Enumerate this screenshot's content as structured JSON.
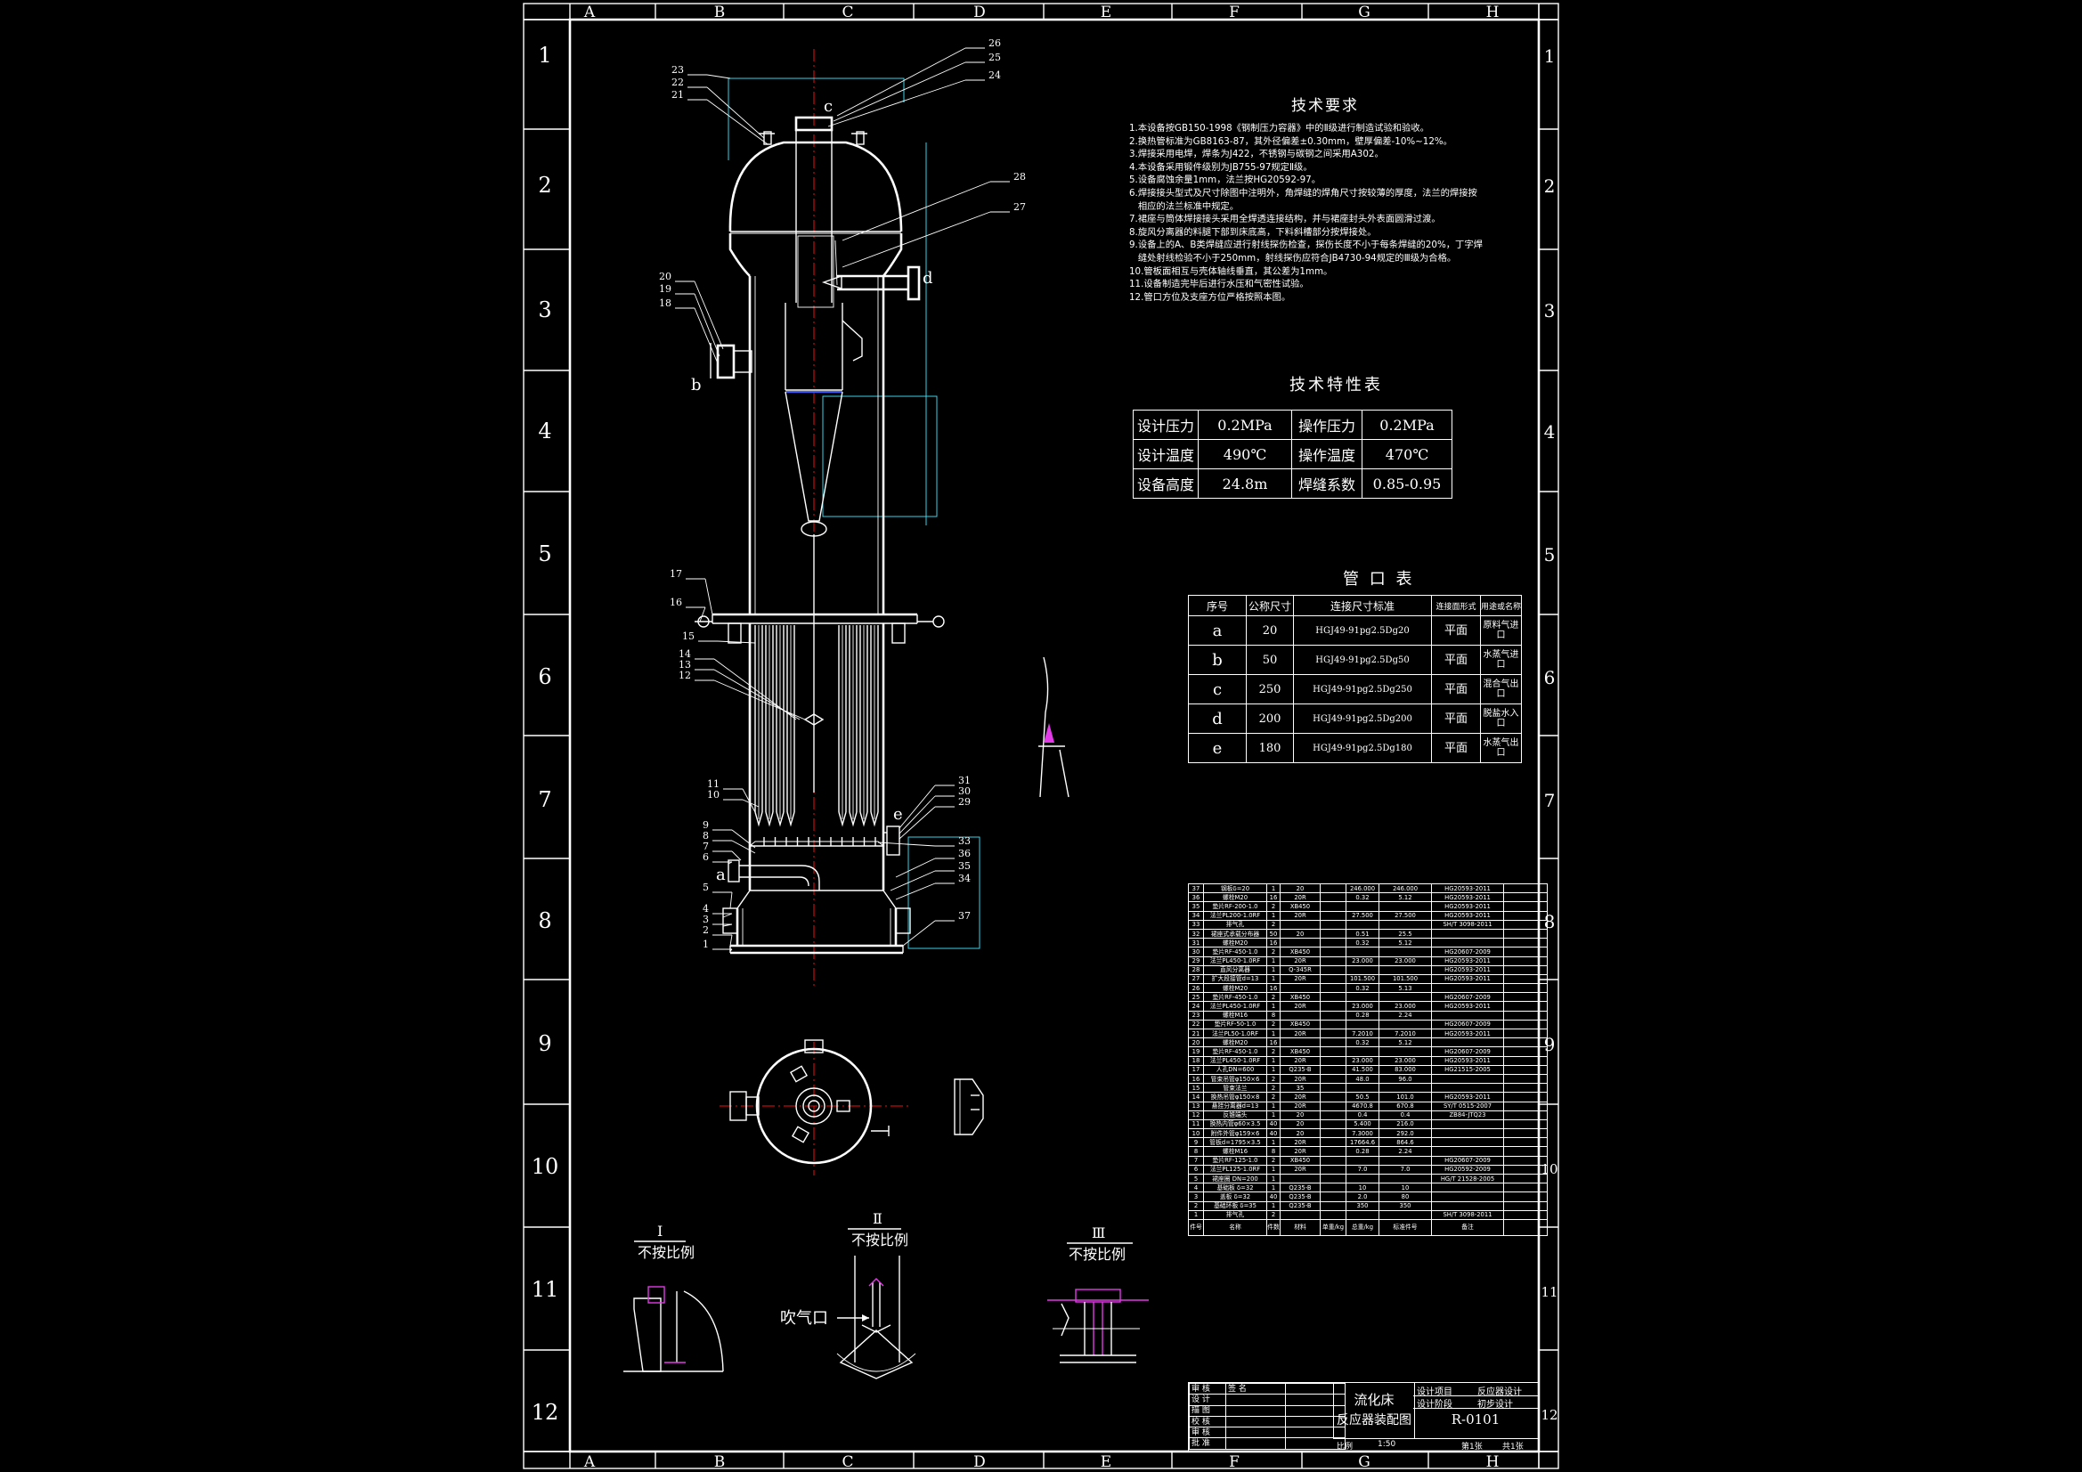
{
  "grid": {
    "cols": [
      "A",
      "B",
      "C",
      "D",
      "E",
      "F",
      "G",
      "H"
    ],
    "rows": [
      "1",
      "2",
      "3",
      "4",
      "5",
      "6",
      "7",
      "8",
      "9",
      "10",
      "11",
      "12"
    ]
  },
  "tech_requirements": {
    "title": "技术要求",
    "items": [
      "1.本设备按GB150-1998《钢制压力容器》中的Ⅱ级进行制造试验和验收。",
      "2.换热管标准为GB8163-87，其外径偏差±0.30mm，壁厚偏差-10%~12%。",
      "3.焊接采用电焊，焊条为J422，不锈钢与碳钢之间采用A302。",
      "4.本设备采用锻件级别为JB755-97规定Ⅱ级。",
      "5.设备腐蚀余量1mm，法兰按HG20592-97。",
      "6.焊接接头型式及尺寸除图中注明外，角焊缝的焊角尺寸按较薄的厚度，法兰的焊接按",
      "   相应的法兰标准中规定。",
      "7.裙座与筒体焊接接头采用全焊透连接结构，并与裙座封头外表面圆滑过渡。",
      "8.旋风分离器的料腿下部到床底高，下料斜槽部分按焊接处。",
      "9.设备上的A、B类焊缝应进行射线探伤检查，探伤长度不小于每条焊缝的20%，丁字焊",
      "   缝处射线检验不小于250mm，射线探伤应符合JB4730-94规定的Ⅲ级为合格。",
      "10.管板面相互与壳体轴线垂直，其公差为1mm。",
      "11.设备制造完毕后进行水压和气密性试验。",
      "12.管口方位及支座方位严格按照本图。"
    ]
  },
  "spec_table": {
    "title": "技术特性表",
    "rows": [
      [
        "设计压力",
        "0.2MPa",
        "操作压力",
        "0.2MPa"
      ],
      [
        "设计温度",
        "490℃",
        "操作温度",
        "470℃"
      ],
      [
        "设备高度",
        "24.8m",
        "焊缝系数",
        "0.85-0.95"
      ]
    ]
  },
  "nozzle_table": {
    "title": "管 口 表",
    "headers": [
      "序号",
      "公称尺寸",
      "连接尺寸标准",
      "连接面形式",
      "用途或名称"
    ],
    "rows": [
      [
        "a",
        "20",
        "HGJ49-91pg2.5Dg20",
        "平面",
        "原料气进口"
      ],
      [
        "b",
        "50",
        "HGJ49-91pg2.5Dg50",
        "平面",
        "水蒸气进口"
      ],
      [
        "c",
        "250",
        "HGJ49-91pg2.5Dg250",
        "平面",
        "混合气出口"
      ],
      [
        "d",
        "200",
        "HGJ49-91pg2.5Dg200",
        "平面",
        "脱盐水入口"
      ],
      [
        "e",
        "180",
        "HGJ49-91pg2.5Dg180",
        "平面",
        "水蒸气出口"
      ]
    ]
  },
  "nozzle_labels": {
    "a": "a",
    "b": "b",
    "c": "c",
    "d": "d",
    "e": "e"
  },
  "part_callouts": [
    "1",
    "2",
    "3",
    "4",
    "5",
    "6",
    "7",
    "8",
    "9",
    "10",
    "11",
    "12",
    "13",
    "14",
    "15",
    "16",
    "17",
    "18",
    "19",
    "20",
    "21",
    "22",
    "23",
    "24",
    "25",
    "26",
    "27",
    "28",
    "29",
    "30",
    "31",
    "33",
    "34",
    "35",
    "36",
    "37"
  ],
  "details": {
    "detail1": {
      "num": "Ⅰ",
      "note": "不按比例"
    },
    "detail2": {
      "num": "Ⅱ",
      "note": "不按比例",
      "blow": "吹气口"
    },
    "detail3": {
      "num": "Ⅲ",
      "note": "不按比例"
    }
  },
  "bom": {
    "rows": [
      [
        "37",
        "钢板δ=20",
        "1",
        "20",
        "",
        "246.000",
        "246.000",
        "HG20593-2011"
      ],
      [
        "36",
        "螺栓M20",
        "16",
        "20R",
        "",
        "0.32",
        "5.12",
        "HG20593-2011"
      ],
      [
        "35",
        "垫片RF-200-1.0",
        "2",
        "XB450",
        "",
        "",
        "",
        "HG20593-2011"
      ],
      [
        "34",
        "法兰PL200-1.0RF",
        "1",
        "20R",
        "",
        "27.500",
        "27.500",
        "HG20593-2011"
      ],
      [
        "33",
        "排气孔",
        "2",
        "",
        "",
        "",
        "",
        "SH/T 3098-2011"
      ],
      [
        "32",
        "裙座式承载分布器",
        "50",
        "20",
        "",
        "0.51",
        "25.5",
        ""
      ],
      [
        "31",
        "螺栓M20",
        "16",
        "",
        "",
        "0.32",
        "5.12",
        ""
      ],
      [
        "30",
        "垫片RF-450-1.0",
        "2",
        "XB450",
        "",
        "",
        "",
        "HG20607-2009"
      ],
      [
        "29",
        "法兰PL450-1.0RF",
        "1",
        "20R",
        "",
        "23.000",
        "23.000",
        "HG20593-2011"
      ],
      [
        "28",
        "直风分离器",
        "1",
        "Q-345R",
        "",
        "",
        "",
        "HG20593-2011"
      ],
      [
        "27",
        "扩大段接管d=13",
        "1",
        "20R",
        "",
        "101.500",
        "101.500",
        "HG20593-2011"
      ],
      [
        "26",
        "螺栓M20",
        "16",
        "",
        "",
        "0.32",
        "5.13",
        ""
      ],
      [
        "25",
        "垫片RF-450-1.0",
        "2",
        "XB450",
        "",
        "",
        "",
        "HG20607-2009"
      ],
      [
        "24",
        "法兰PL450-1.0RF",
        "1",
        "20R",
        "",
        "23.000",
        "23.000",
        "HG20593-2011"
      ],
      [
        "23",
        "螺栓M16",
        "8",
        "",
        "",
        "0.28",
        "2.24",
        ""
      ],
      [
        "22",
        "垫片RF-50-1.0",
        "2",
        "XB450",
        "",
        "",
        "",
        "HG20607-2009"
      ],
      [
        "21",
        "法兰PL50-1.0RF",
        "1",
        "20R",
        "",
        "7.2010",
        "7.2010",
        "HG20593-2011"
      ],
      [
        "20",
        "螺栓M20",
        "16",
        "",
        "",
        "0.32",
        "5.12",
        ""
      ],
      [
        "19",
        "垫片RF-450-1.0",
        "2",
        "XB450",
        "",
        "",
        "",
        "HG20607-2009"
      ],
      [
        "18",
        "法兰PL450-1.0RF",
        "1",
        "20R",
        "",
        "23.000",
        "23.000",
        "HG20593-2011"
      ],
      [
        "17",
        "人孔DN=600",
        "1",
        "Q235-B",
        "",
        "41.500",
        "83.000",
        "HG21515-2005"
      ],
      [
        "16",
        "管束吊管φ150×6",
        "2",
        "20R",
        "",
        "48.0",
        "96.0",
        ""
      ],
      [
        "15",
        "管束法兰",
        "2",
        "35",
        "",
        "",
        "",
        ""
      ],
      [
        "14",
        "换热吊管φ150×8",
        "2",
        "20R",
        "",
        "50.5",
        "101.0",
        "HG20593-2011"
      ],
      [
        "13",
        "悬挂分离器d=13",
        "1",
        "20R",
        "",
        "4670.8",
        "670.8",
        "SY/T 0515-2007"
      ],
      [
        "12",
        "反锥端头",
        "1",
        "20",
        "",
        "0.4",
        "0.4",
        "ZB84-JTQ23"
      ],
      [
        "11",
        "换热内管φ60×3.5",
        "40",
        "20",
        "",
        "5.400",
        "216.0",
        ""
      ],
      [
        "10",
        "附件外管φ159×6",
        "40",
        "20",
        "",
        "7.3000",
        "292.0",
        ""
      ],
      [
        "9",
        "管板d=1795×3.5",
        "1",
        "20R",
        "",
        "17664.6",
        "864.6",
        ""
      ],
      [
        "8",
        "螺栓M16",
        "8",
        "20R",
        "",
        "0.28",
        "2.24",
        ""
      ],
      [
        "7",
        "垫片RF-125-1.0",
        "2",
        "XB450",
        "",
        "",
        "",
        "HG20607-2009"
      ],
      [
        "6",
        "法兰PL125-1.0RF",
        "1",
        "20R",
        "",
        "7.0",
        "7.0",
        "HG20592-2009"
      ],
      [
        "5",
        "裙座圈 DN=200",
        "1",
        "",
        "",
        "",
        "",
        "HG/T 21528-2005"
      ],
      [
        "4",
        "基础板 δ=32",
        "1",
        "Q235-B",
        "",
        "10",
        "10",
        ""
      ],
      [
        "3",
        "盖板 δ=32",
        "40",
        "Q235-B",
        "",
        "2.0",
        "80",
        ""
      ],
      [
        "2",
        "基础环板 δ=35",
        "1",
        "Q235-B",
        "",
        "350",
        "350",
        ""
      ],
      [
        "1",
        "排气孔",
        "2",
        "",
        "",
        "",
        "",
        "SH/T 3098-2011"
      ]
    ],
    "headers": [
      "件号",
      "名称",
      "件数",
      "材料",
      "单重/kg",
      "总重/kg",
      "标准件号",
      "备注"
    ]
  },
  "title_block": {
    "left": [
      [
        "审 核",
        "签 名"
      ],
      [
        "设 计",
        ""
      ],
      [
        "描 图",
        ""
      ],
      [
        "校 核",
        ""
      ],
      [
        "审 核",
        ""
      ],
      [
        "批 准",
        ""
      ]
    ],
    "title_line1": "流化床",
    "title_line2": "反应器装配图",
    "project_label": "设计项目",
    "project_value": "反应器设计",
    "stage_label": "设计阶段",
    "stage_value": "初步设计",
    "drawing_no": "R-0101",
    "scale_label": "比例",
    "scale_value": "1:50",
    "sheet_label": "第1张",
    "total_label": "共1张"
  }
}
